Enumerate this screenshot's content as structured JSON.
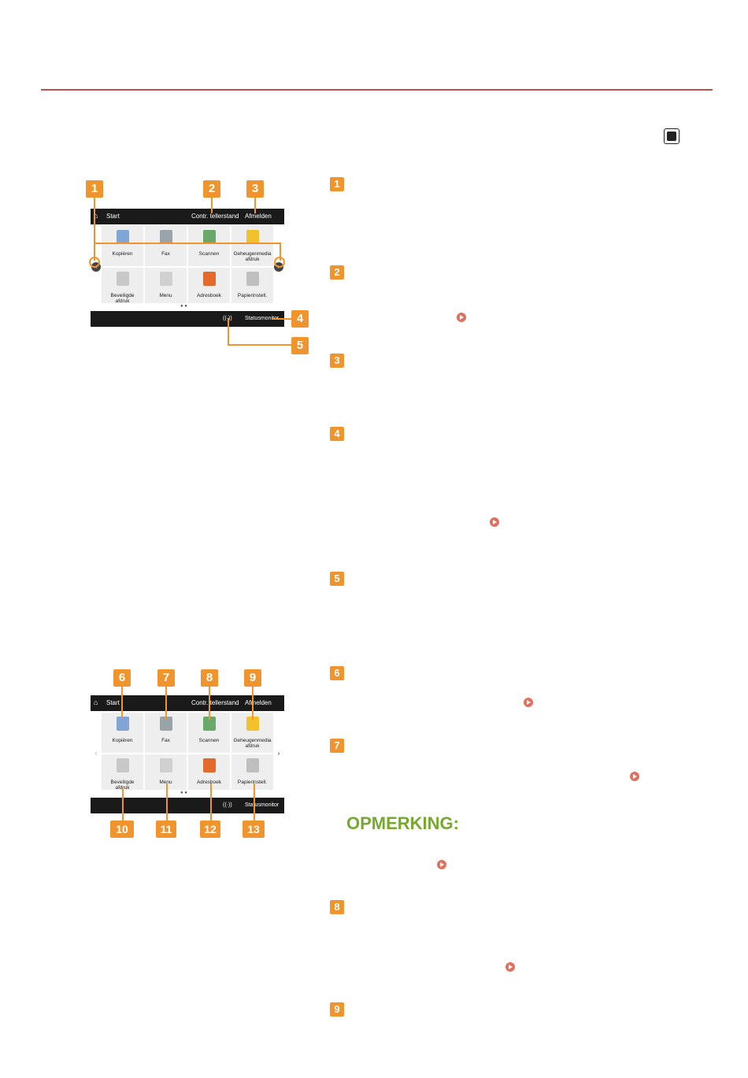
{
  "panel1": {
    "header": {
      "start": "Start",
      "counter": "Contr. tellerstand",
      "logout": "Afmelden"
    },
    "tiles": [
      "Kopiëren",
      "Fax",
      "Scannen",
      "Geheugenmedia afdruk",
      "Beveiligde afdruk",
      "Menu",
      "Adresboek",
      "Papierinstell."
    ],
    "footer": {
      "status": "Statusmonitor",
      "wifi": "((·))"
    },
    "nav": {
      "prev": "‹",
      "next": "›"
    },
    "dots": "● ●"
  },
  "panel2": {
    "header": {
      "start": "Start",
      "counter": "Contr. tellerstand",
      "logout": "Afmelden"
    },
    "tiles": [
      "Kopiëren",
      "Fax",
      "Scannen",
      "Geheugenmedia afdruk",
      "Beveiligde afdruk",
      "Menu",
      "Adresboek",
      "Papierinstell."
    ],
    "footer": {
      "status": "Statusmonitor",
      "wifi": "((·))"
    },
    "nav": {
      "prev": "‹",
      "next": "›"
    },
    "dots": "● ●"
  },
  "callouts": [
    "1",
    "2",
    "3",
    "4",
    "5",
    "6",
    "7",
    "8",
    "9",
    "10",
    "11",
    "12",
    "13"
  ],
  "markers": [
    "1",
    "2",
    "3",
    "4",
    "5",
    "6",
    "7",
    "8",
    "9"
  ],
  "note_title": "OPMERKING:",
  "colors": {
    "accent": "#f0952d",
    "rule": "#c0504d",
    "note": "#76a832",
    "link": "#e07060"
  },
  "icons": [
    "home-icon",
    "link-arrow-icon"
  ]
}
